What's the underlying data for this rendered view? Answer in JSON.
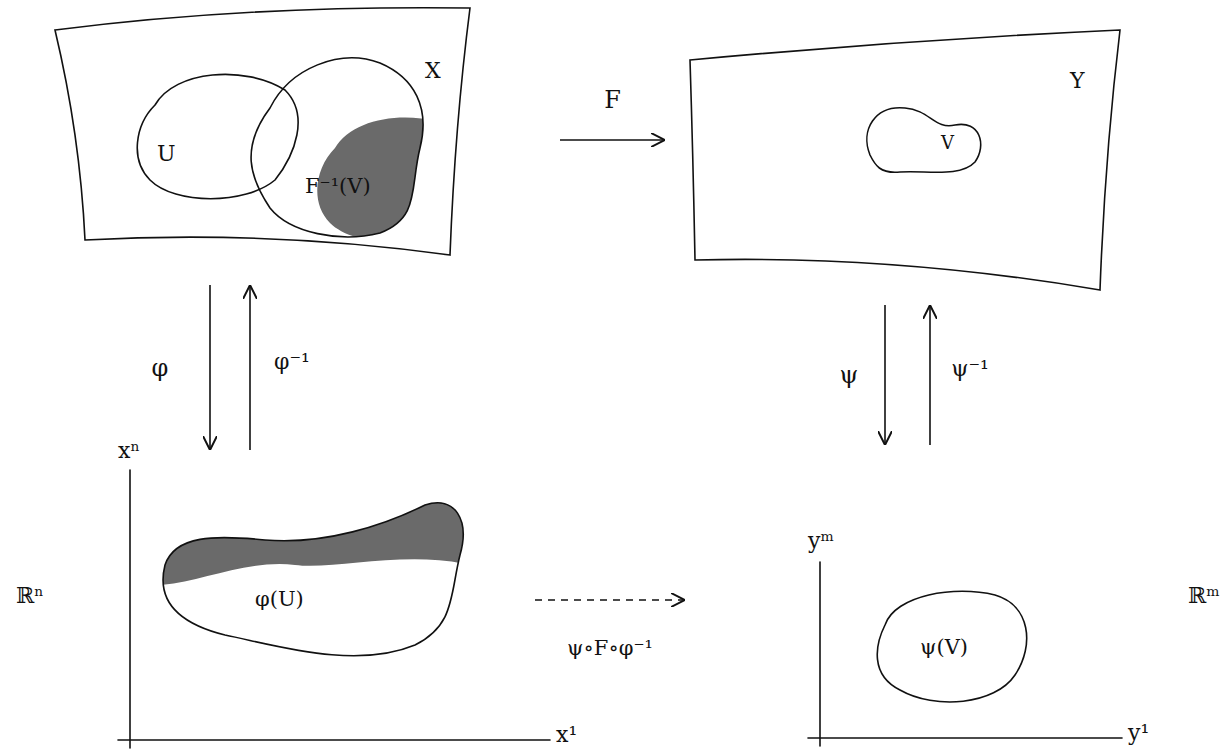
{
  "diagram": {
    "nodes": [
      {
        "text": [
          "X"
        ]
      },
      {
        "text": [
          "U"
        ],
        "in": 0
      },
      {
        "text": [
          "F⁻¹(V)"
        ],
        "in": 0
      },
      {
        "text": [
          "Y"
        ]
      },
      {
        "text": [
          "V"
        ],
        "in": 3
      },
      {
        "text": [
          "φ(U)"
        ]
      },
      {
        "text": [
          "ψ(V)"
        ]
      }
    ],
    "edges": [
      {
        "from": 0,
        "to": 3,
        "label": "F",
        "arrow": "to"
      },
      {
        "from": 0,
        "to": 5,
        "label": "φ",
        "arrow": "to"
      },
      {
        "from": 5,
        "to": 0,
        "label": "φ⁻¹",
        "arrow": "to"
      },
      {
        "from": 3,
        "to": 6,
        "label": "ψ",
        "arrow": "to"
      },
      {
        "from": 6,
        "to": 3,
        "label": "ψ⁻¹",
        "arrow": "to"
      },
      {
        "from": 5,
        "to": 6,
        "label": "ψ∘F∘φ⁻¹",
        "arrow": "to"
      }
    ],
    "labels": [
      "xⁿ",
      "x¹",
      "ℝⁿ",
      "yᵐ",
      "y¹",
      "ℝᵐ"
    ]
  }
}
